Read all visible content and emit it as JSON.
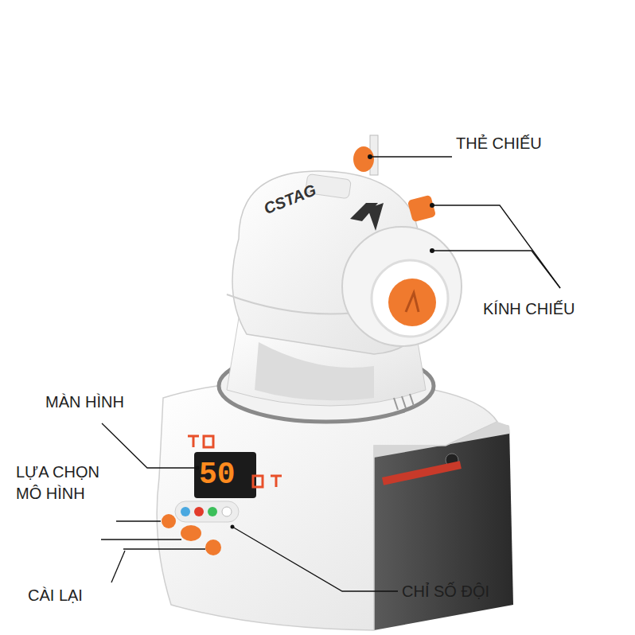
{
  "diagram": {
    "labels": [
      "THẺ CHIẾU",
      "CSTAG",
      "KÍNH CHIẾU",
      "MÀN HÌNH",
      "50",
      "LỰA CHỌN MÔ HÌNH",
      "CÀI LẠI",
      "CHỈ SỐ ĐỘI"
    ]
  }
}
